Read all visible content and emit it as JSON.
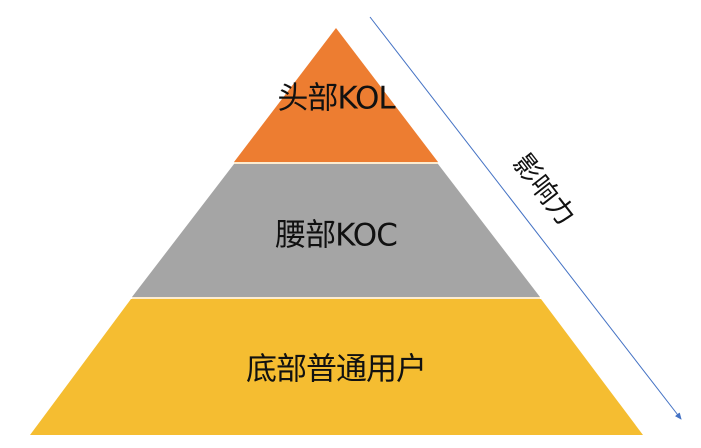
{
  "diagram": {
    "type": "pyramid",
    "tiers": [
      {
        "label": "头部KOL",
        "color": "#ED7D31",
        "position": "top"
      },
      {
        "label": "腰部KOC",
        "color": "#A5A5A5",
        "position": "middle"
      },
      {
        "label": "底部普通用户",
        "color": "#F5BD31",
        "position": "bottom"
      }
    ],
    "separator_color": "#FBE5C0",
    "arrow": {
      "label": "影响力",
      "color": "#4472C4",
      "direction": "top-to-bottom"
    }
  }
}
